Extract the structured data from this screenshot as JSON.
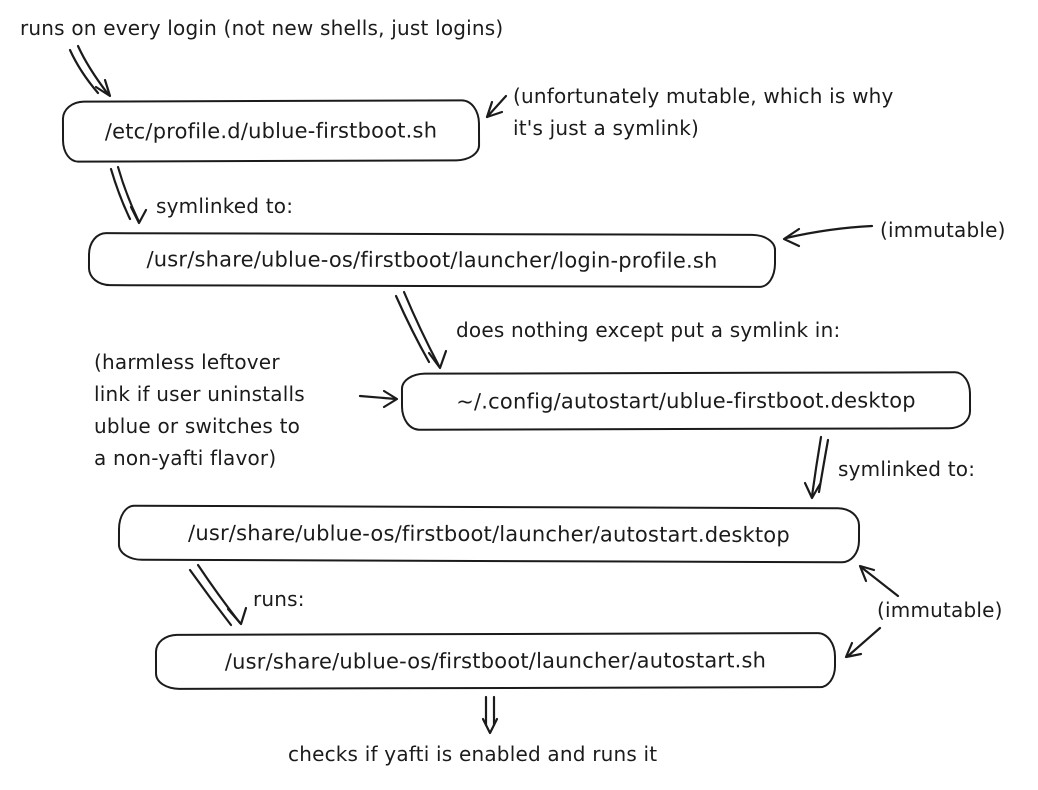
{
  "page": {
    "background": "#ffffff",
    "ink_color": "#1b1b1b"
  },
  "annotations": {
    "top_note": "runs on every login (not new shells, just logins)",
    "mutable_note_lines": [
      "(unfortunately mutable, which is why",
      "it's just a symlink)"
    ],
    "symlinked_to_first": "symlinked to:",
    "immutable_first": "(immutable)",
    "does_nothing_note": "does nothing except put a symlink in:",
    "harmless_note_lines": [
      "(harmless leftover",
      "link if user uninstalls",
      "ublue or switches to",
      "a non-yafti flavor)"
    ],
    "symlinked_to_second": "symlinked to:",
    "runs_label": "runs:",
    "immutable_second": "(immutable)",
    "bottom_note": "checks if yafti is enabled and runs it"
  },
  "nodes": [
    {
      "id": "etc-profile-script",
      "label": "/etc/profile.d/ublue-firstboot.sh"
    },
    {
      "id": "login-profile-script",
      "label": "/usr/share/ublue-os/firstboot/launcher/login-profile.sh"
    },
    {
      "id": "autostart-symlink",
      "label": "~/.config/autostart/ublue-firstboot.desktop"
    },
    {
      "id": "autostart-desktop",
      "label": "/usr/share/ublue-os/firstboot/launcher/autostart.desktop"
    },
    {
      "id": "autostart-script",
      "label": "/usr/share/ublue-os/firstboot/launcher/autostart.sh"
    }
  ]
}
